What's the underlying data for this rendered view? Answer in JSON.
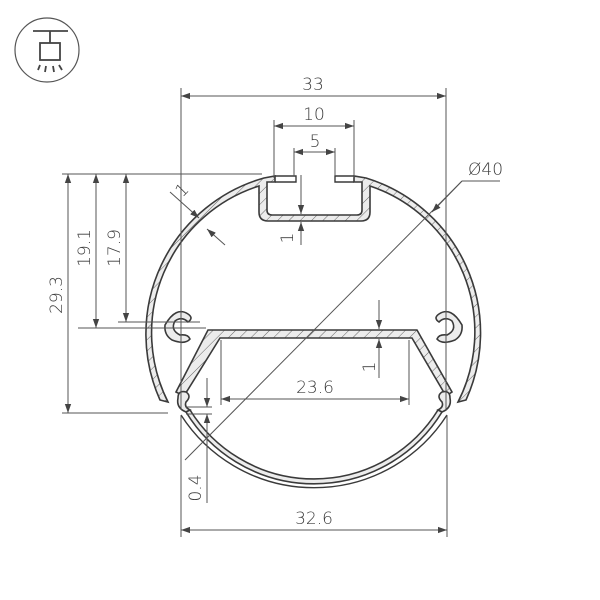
{
  "icon": {
    "name": "pendant-mount-icon",
    "description": "suspended luminaire"
  },
  "dimensions": {
    "outer_width": "33",
    "channel_outer": "10",
    "channel_inner": "5",
    "channel_wall": "1",
    "diameter": "Ø40",
    "wall_thickness": "1",
    "height_total": "29.3",
    "height_clip_outer": "19.1",
    "height_clip_inner": "17.9",
    "shelf_width": "23.6",
    "shelf_thickness": "1",
    "diffuser_gap": "0.4",
    "diffuser_width": "32.6"
  },
  "colors": {
    "line": "#3a3a3a",
    "fill": "#ececec",
    "dimension": "#555555"
  }
}
